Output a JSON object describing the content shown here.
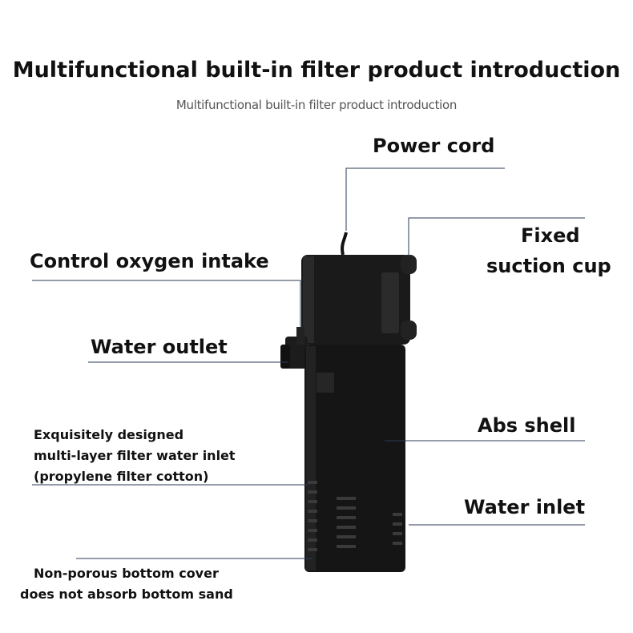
{
  "title": "Multifunctional built-in filter product introduction",
  "subtitle": "Multifunctional built-in filter product introduction",
  "labels": {
    "power_cord": "Power cord",
    "suction_cup_line1": "Fixed",
    "suction_cup_line2": "suction cup",
    "oxygen": "Control oxygen intake",
    "water_outlet": "Water outlet",
    "filter_inlet_line1": "Exquisitely designed",
    "filter_inlet_line2": "multi-layer filter water inlet",
    "filter_inlet_line3": "(propylene filter cotton)",
    "abs_shell": "Abs shell",
    "water_inlet": "Water inlet",
    "bottom_line1": "Non-porous bottom cover",
    "bottom_line2": "does not absorb bottom sand"
  },
  "colors": {
    "leader_line": "#2a3a55",
    "product": "#151515"
  }
}
